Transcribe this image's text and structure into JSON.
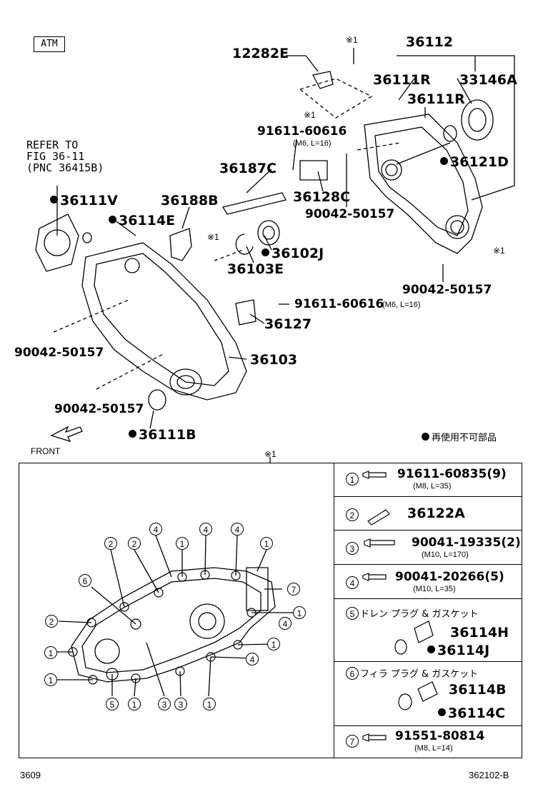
{
  "header": {
    "atm": "ATM"
  },
  "refer": {
    "line1": "REFER TO",
    "line2": "FIG 36-11",
    "line3": "(PNC 36415B)"
  },
  "note_mark": "※1",
  "front_label": "FRONT",
  "legend_note": "再使用不可部品",
  "parts": {
    "p12282E": "12282E",
    "p36112": "36112",
    "p36111R_a": "36111R",
    "p33146A": "33146A",
    "p36111R_b": "36111R",
    "p91611_top": "91611-60616",
    "p91611_top_spec": "(M6, L=16)",
    "p36121D": "36121D",
    "p36187C": "36187C",
    "p36128C": "36128C",
    "p90042_a": "90042-50157",
    "p36111V": "36111V",
    "p36188B": "36188B",
    "p36114E": "36114E",
    "p36102J": "36102J",
    "p36103E": "36103E",
    "p90042_b": "90042-50157",
    "p91611_mid": "91611-60616",
    "p91611_mid_spec": "(M6, L=16)",
    "p36127": "36127",
    "p90042_c": "90042-50157",
    "p36103": "36103",
    "p90042_d": "90042-50157",
    "p36111B": "36111B"
  },
  "legend": [
    {
      "num": "1",
      "part": "91611-60835(9)",
      "spec": "(M8, L=35)"
    },
    {
      "num": "2",
      "part": "36122A",
      "spec": ""
    },
    {
      "num": "3",
      "part": "90041-19335(2)",
      "spec": "(M10, L=170)"
    },
    {
      "num": "4",
      "part": "90041-20266(5)",
      "spec": "(M10, L=35)"
    },
    {
      "num": "5",
      "title": "ドレン プラグ & ガスケット",
      "part_a": "36114H",
      "part_b": "36114J"
    },
    {
      "num": "6",
      "title": "フィラ プラグ & ガスケット",
      "part_a": "36114B",
      "part_b": "36114C"
    },
    {
      "num": "7",
      "part": "91551-80814",
      "spec": "(M8, L=14)"
    }
  ],
  "callouts": [
    "2",
    "2",
    "4",
    "1",
    "4",
    "4",
    "1",
    "6",
    "7",
    "2",
    "1",
    "4",
    "1",
    "1",
    "4",
    "1",
    "5",
    "1",
    "3",
    "3",
    "1"
  ],
  "footer": {
    "left": "3609",
    "right": "362102-B"
  }
}
